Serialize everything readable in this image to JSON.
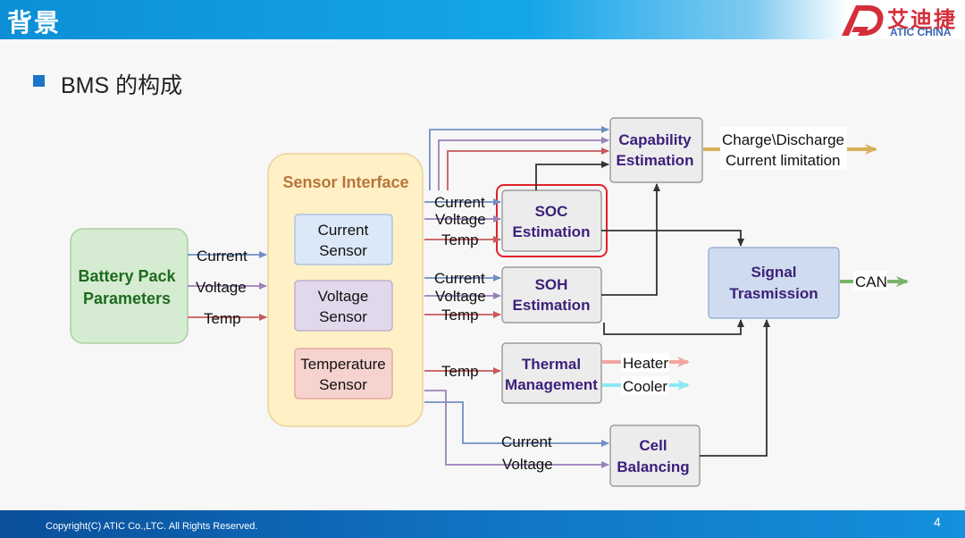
{
  "header": {
    "title": "背景"
  },
  "logo": {
    "zh": "艾迪捷",
    "en": "ATIC CHINA"
  },
  "section": {
    "title": "BMS 的构成"
  },
  "footer": {
    "copyright": "Copyright(C) ATIC Co.,LTC. All Rights Reserved.",
    "page": "4"
  },
  "diagram": {
    "battery_pack": [
      "Battery Pack",
      "Parameters"
    ],
    "sensor_interface": "Sensor Interface",
    "current_sensor": [
      "Current",
      "Sensor"
    ],
    "voltage_sensor": [
      "Voltage",
      "Sensor"
    ],
    "temperature_sensor": [
      "Temperature",
      "Sensor"
    ],
    "soc": [
      "SOC",
      "Estimation"
    ],
    "soh": [
      "SOH",
      "Estimation"
    ],
    "capability": [
      "Capability",
      "Estimation"
    ],
    "thermal": [
      "Thermal",
      "Management"
    ],
    "cell_balancing": [
      "Cell",
      "Balancing"
    ],
    "signal": [
      "Signal",
      "Trasmission"
    ],
    "labels": {
      "current": "Current",
      "voltage": "Voltage",
      "temp": "Temp",
      "charge_discharge": "Charge\\Discharge",
      "current_limitation": "Current limitation",
      "heater": "Heater",
      "cooler": "Cooler",
      "can": "CAN"
    },
    "colors": {
      "current": "#6f8fc2",
      "voltage": "#9b82b8",
      "temp": "#c8595b",
      "dark": "#333333",
      "green": "#7ab36b",
      "gold": "#d9b05a",
      "heater": "#f1a7a0",
      "cooler": "#8ae9f2",
      "highlight": "#e0222a"
    }
  }
}
